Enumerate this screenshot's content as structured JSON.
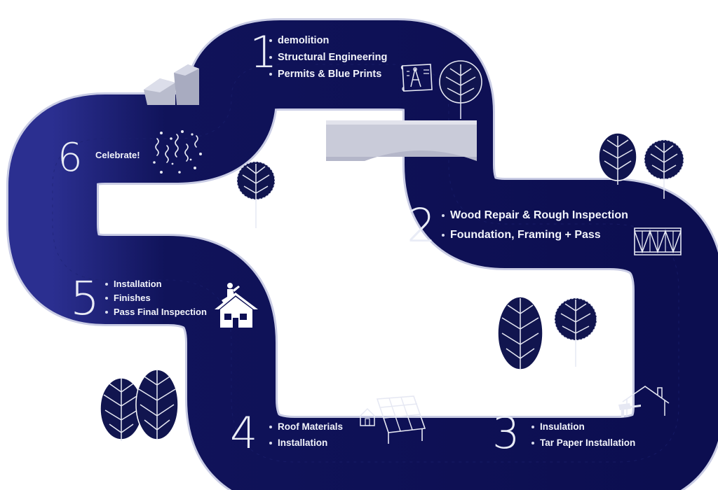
{
  "colors": {
    "road": "#0d0f54",
    "road_highlight": "#2e3392",
    "road_edge": "#c7cae3",
    "bridge": "#c7c9d8",
    "tree_fill": "#11154f",
    "line_art": "#e6e8f3"
  },
  "steps": [
    {
      "number": "1",
      "items": [
        "demolition",
        "Structural Engineering",
        "Permits & Blue Prints"
      ],
      "icon": "blueprint-icon"
    },
    {
      "number": "2",
      "items": [
        "Wood Repair & Rough Inspection",
        "Foundation, Framing + Pass"
      ],
      "icon": "wall-frame-icon"
    },
    {
      "number": "3",
      "items": [
        "Insulation",
        "Tar Paper Installation"
      ],
      "icon": "house-hammer-icon"
    },
    {
      "number": "4",
      "items": [
        "Roof Materials",
        "Installation"
      ],
      "icon": "solar-panel-icon"
    },
    {
      "number": "5",
      "items": [
        "Installation",
        "Finishes",
        "Pass Final Inspection"
      ],
      "icon": "house-roofer-icon"
    },
    {
      "number": "6",
      "items": [
        "Celebrate!"
      ],
      "icon": "confetti-icon"
    }
  ]
}
